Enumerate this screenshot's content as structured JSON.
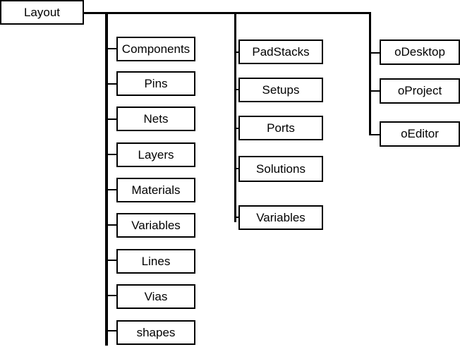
{
  "root": {
    "label": "Layout"
  },
  "columns": [
    {
      "key": "col1",
      "items": [
        "Components",
        "Pins",
        "Nets",
        "Layers",
        "Materials",
        "Variables",
        "Lines",
        "Vias",
        "shapes"
      ]
    },
    {
      "key": "col2",
      "items": [
        "PadStacks",
        "Setups",
        "Ports",
        "Solutions",
        "Variables"
      ]
    },
    {
      "key": "col3",
      "items": [
        "oDesktop",
        "oProject",
        "oEditor"
      ]
    }
  ]
}
